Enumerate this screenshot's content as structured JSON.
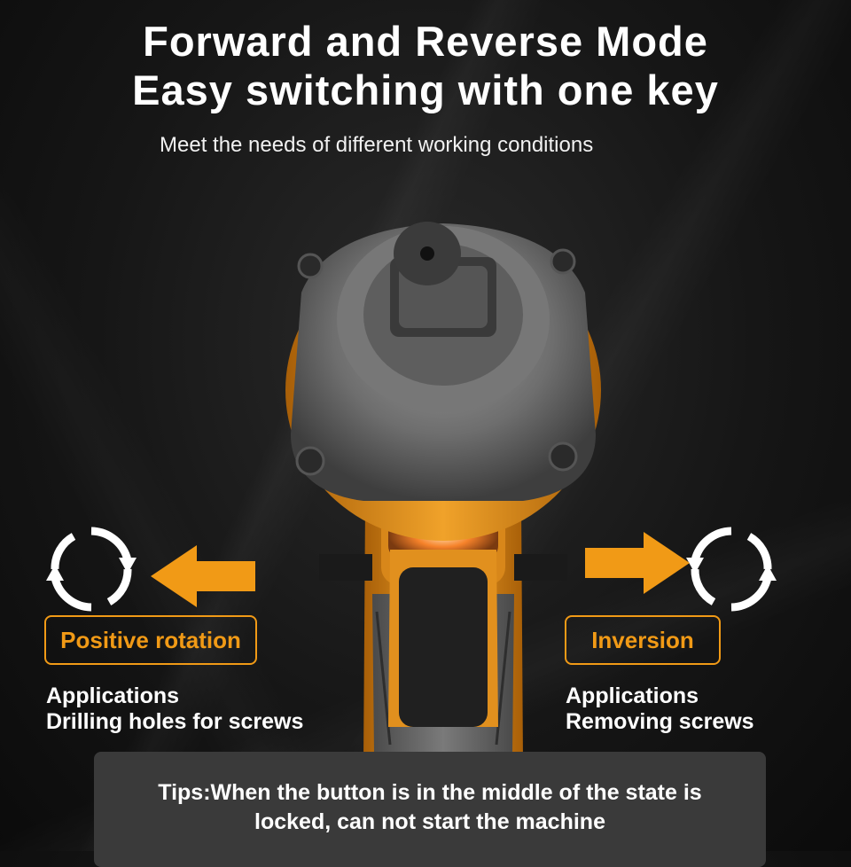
{
  "headline": {
    "line1": "Forward and Reverse Mode",
    "line2": "Easy switching with one key"
  },
  "subtitle": "Meet the needs of different working conditions",
  "left_mode": {
    "icon": "rotate-clockwise-icon",
    "arrow": "arrow-left-icon",
    "label": "Positive rotation",
    "applications_title": "Applications",
    "applications_text": "Drilling holes for screws"
  },
  "right_mode": {
    "icon": "rotate-counterclockwise-icon",
    "arrow": "arrow-right-icon",
    "label": "Inversion",
    "applications_title": "Applications",
    "applications_text": "Removing screws"
  },
  "tips": {
    "line1": "Tips:When the button is in the middle of the state is",
    "line2": "locked, can not start the machine"
  },
  "colors": {
    "accent": "#f19a16",
    "background": "#161616",
    "tips_background": "#3a3a3a",
    "text": "#ffffff"
  }
}
